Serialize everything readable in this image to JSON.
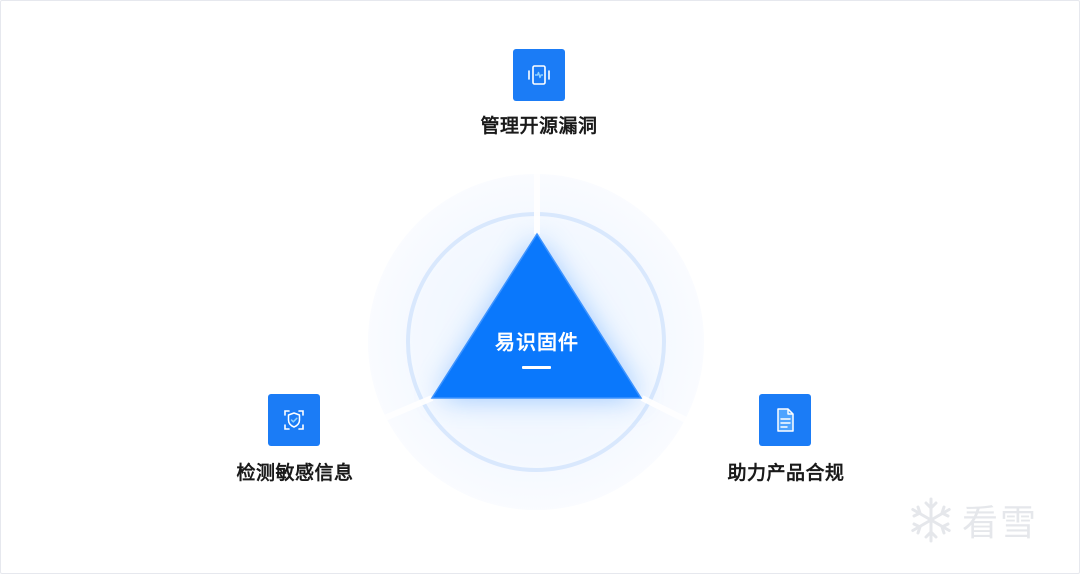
{
  "diagram": {
    "center": {
      "title": "易识固件"
    },
    "nodes": [
      {
        "id": "top",
        "label": "管理开源漏洞",
        "icon": "vulnerability-scan-icon"
      },
      {
        "id": "left",
        "label": "检测敏感信息",
        "icon": "shield-scan-icon"
      },
      {
        "id": "right",
        "label": "助力产品合规",
        "icon": "document-icon"
      }
    ],
    "colors": {
      "accent": "#1b7cf6",
      "triangle": "#0a78fc",
      "halo": "#eaf3ff",
      "ring": "#d6e7fd",
      "label": "#1a1a1a"
    }
  },
  "watermark": {
    "text": "看雪",
    "icon": "snowflake-icon"
  }
}
